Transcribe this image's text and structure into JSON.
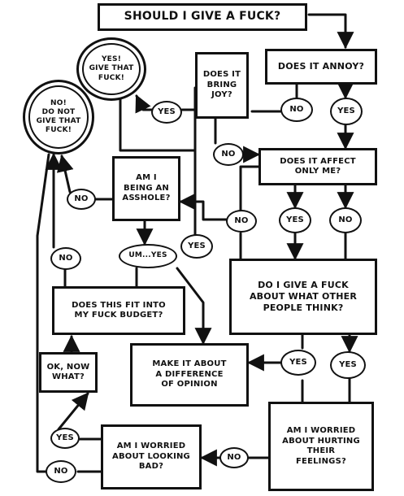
{
  "title": "SHOULD I GIVE A FUCK?",
  "boxes": {
    "does_it_annoy": "DOES IT ANNOY?",
    "does_it_bring_joy": "DOES IT\nBRING\nJOY?",
    "does_it_affect_only_me": "DOES IT AFFECT\nONLY ME?",
    "am_i_being_an_asshole": "AM I\nBEING AN\nASSHOLE?",
    "do_i_give_a_fuck_what_others_think": "DO I GIVE A FUCK\nABOUT WHAT OTHER\nPEOPLE THINK?",
    "fuck_budget": "DOES THIS FIT INTO\nMY FUCK BUDGET?",
    "ok_now_what": "OK, NOW\nWHAT?",
    "difference_of_opinion": "MAKE IT ABOUT\nA DIFFERENCE\nOF OPINION",
    "worried_hurting_feelings": "AM I WORRIED\nABOUT HURTING\nTHEIR\nFEELINGS?",
    "worried_looking_bad": "AM I WORRIED\nABOUT LOOKING\nBAD?"
  },
  "outcomes": {
    "yes_give": "YES!\nGIVE THAT\nFUCK!",
    "no_dont_give": "NO!\nDO NOT\nGIVE THAT\nFUCK!"
  },
  "labels": {
    "annoy_no": "NO",
    "annoy_yes": "YES",
    "joy_yes": "YES",
    "joy_no": "NO",
    "asshole_no": "NO",
    "affect_no": "NO",
    "affect_yes": "YES",
    "affect_no2": "NO",
    "um_yes": "UM...YES",
    "yes_mid": "YES",
    "budget_no": "NO",
    "think_yes": "YES",
    "think_yes2": "YES",
    "okwhat_yes": "YES",
    "bad_no": "NO",
    "feelings_no": "NO"
  }
}
